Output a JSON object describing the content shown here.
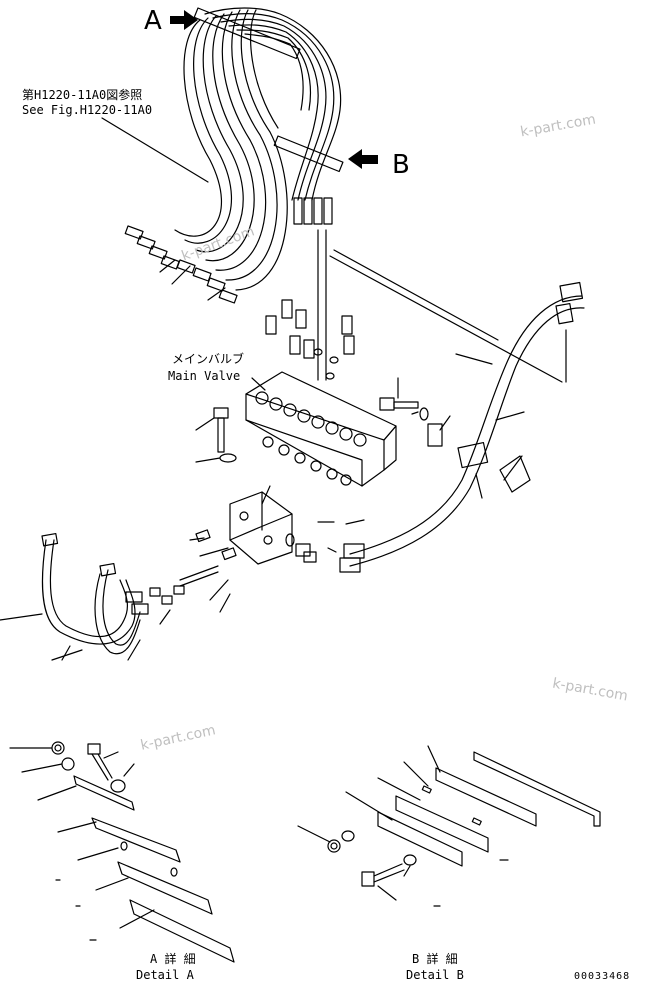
{
  "labels": {
    "view_a": "A",
    "view_b": "B",
    "ref_jp": "第H1220-11A0図参照",
    "ref_en": "See Fig.H1220-11A0",
    "main_valve_jp": "メインバルブ",
    "main_valve_en": "Main Valve",
    "detail_a_jp": "A 詳 細",
    "detail_a_en": "Detail A",
    "detail_b_jp": "B 詳 細",
    "detail_b_en": "Detail B",
    "figure_number": "00033468"
  },
  "watermarks": [
    "k-part.com",
    "k-part.com",
    "k-part.com",
    "k-part.com"
  ]
}
